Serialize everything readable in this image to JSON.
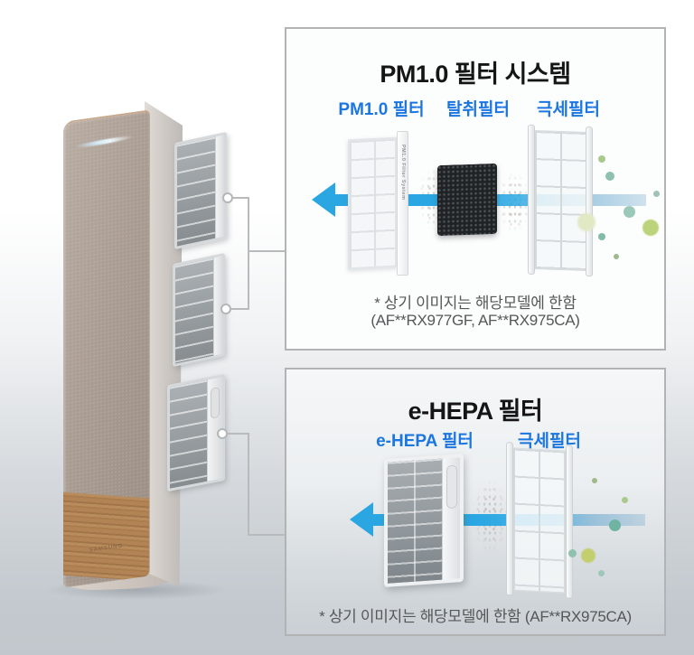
{
  "device": {
    "brand": "SAMSUNG"
  },
  "panels": {
    "pm10": {
      "title": "PM1.0 필터 시스템",
      "labels": [
        "PM1.0 필터",
        "탈취필터",
        "극세필터"
      ],
      "rail_text": "PM1.0 Filter System",
      "note_line1": "* 상기 이미지는 해당모델에 한함",
      "note_line2": "(AF**RX977GF, AF**RX975CA)"
    },
    "ehepa": {
      "title": "e-HEPA 필터",
      "labels": [
        "e-HEPA 필터",
        "극세필터"
      ],
      "note": "* 상기 이미지는 해당모델에 한함 (AF**RX975CA)"
    }
  },
  "colors": {
    "label_blue": "#1b76e0",
    "arrow_blue": "#2aa7e3",
    "panel_border": "#b1b3b5",
    "wood": "#ad7d52",
    "device_front": "#a89b91"
  }
}
